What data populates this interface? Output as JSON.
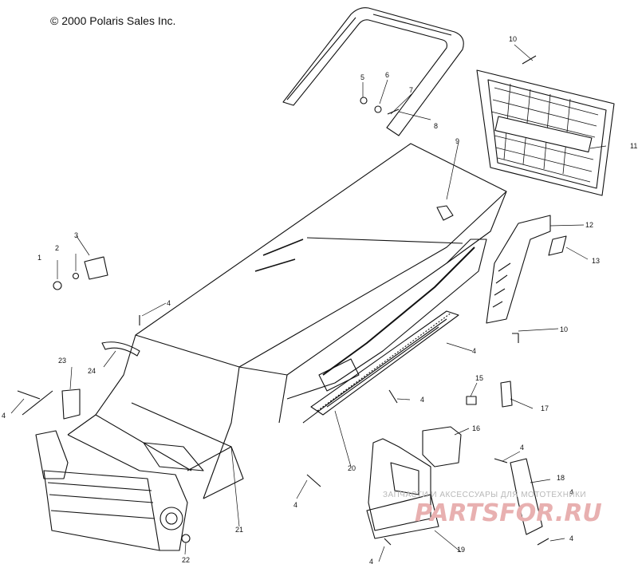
{
  "copyright": "© 2000 Polaris Sales Inc.",
  "callouts": [
    {
      "id": "c1",
      "label": "1"
    },
    {
      "id": "c2",
      "label": "2"
    },
    {
      "id": "c3",
      "label": "3"
    },
    {
      "id": "c4a",
      "label": "4"
    },
    {
      "id": "c4b",
      "label": "4"
    },
    {
      "id": "c4c",
      "label": "4"
    },
    {
      "id": "c4d",
      "label": "4"
    },
    {
      "id": "c4e",
      "label": "4"
    },
    {
      "id": "c4f",
      "label": "4"
    },
    {
      "id": "c4g",
      "label": "4"
    },
    {
      "id": "c4h",
      "label": "4"
    },
    {
      "id": "c4i",
      "label": "4"
    },
    {
      "id": "c5",
      "label": "5"
    },
    {
      "id": "c6",
      "label": "6"
    },
    {
      "id": "c7",
      "label": "7"
    },
    {
      "id": "c8",
      "label": "8"
    },
    {
      "id": "c9",
      "label": "9"
    },
    {
      "id": "c10a",
      "label": "10"
    },
    {
      "id": "c10b",
      "label": "10"
    },
    {
      "id": "c11",
      "label": "11"
    },
    {
      "id": "c12",
      "label": "12"
    },
    {
      "id": "c13",
      "label": "13"
    },
    {
      "id": "c15",
      "label": "15"
    },
    {
      "id": "c16",
      "label": "16"
    },
    {
      "id": "c17",
      "label": "17"
    },
    {
      "id": "c18",
      "label": "18"
    },
    {
      "id": "c19",
      "label": "19"
    },
    {
      "id": "c20",
      "label": "20"
    },
    {
      "id": "c21",
      "label": "21"
    },
    {
      "id": "c22",
      "label": "22"
    },
    {
      "id": "c23",
      "label": "23"
    },
    {
      "id": "c24",
      "label": "24"
    }
  ],
  "watermark": {
    "text": "ЗАПЧАСТИ И АКСЕССУАРЫ ДЛЯ МОТОТЕХНИКИ",
    "logo": "PARTSFOR.RU"
  },
  "colors": {
    "line": "#111111",
    "watermark": "#e8b0b0"
  }
}
